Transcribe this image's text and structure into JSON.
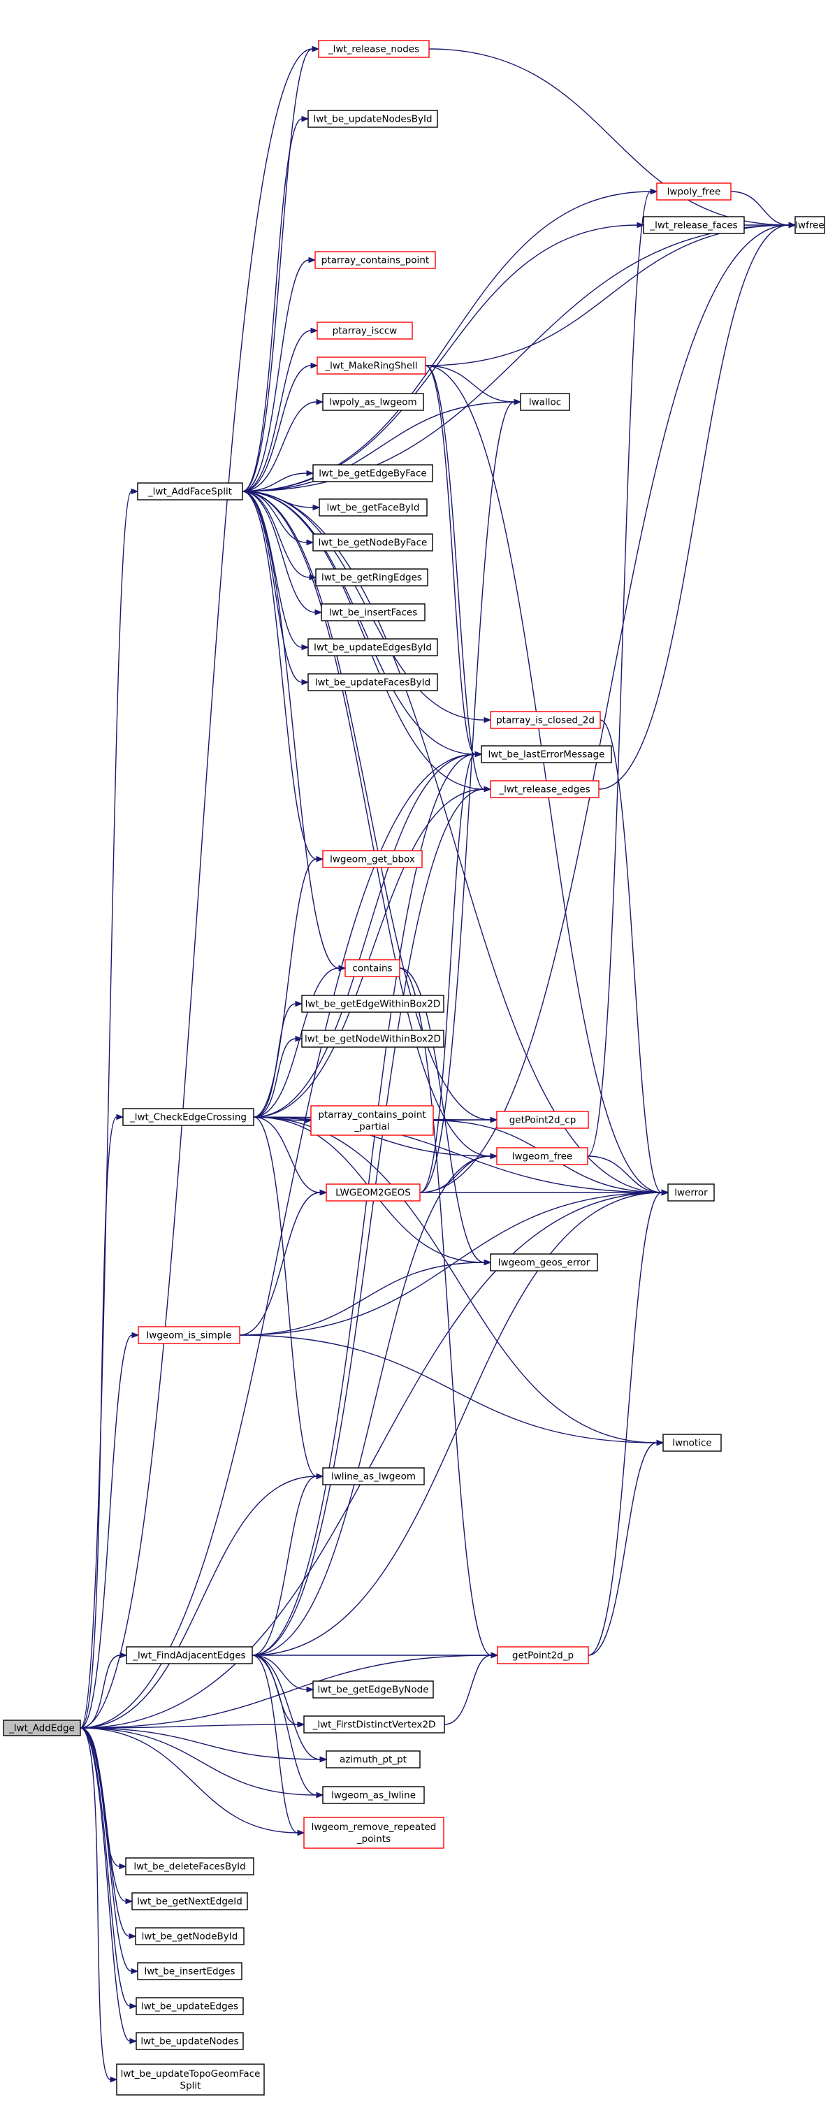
{
  "colors": {
    "edge": "#191970",
    "border_normal": "#000000",
    "border_red": "#ff0000",
    "root_fill": "#bfbfbf",
    "node_fill": "#ffffff"
  },
  "nodes": [
    {
      "id": "lwt_AddEdge",
      "lines": [
        "_lwt_AddEdge"
      ],
      "style": "root"
    },
    {
      "id": "lwt_release_nodes",
      "lines": [
        "_lwt_release_nodes"
      ],
      "style": "red"
    },
    {
      "id": "lwt_be_updateNodesById",
      "lines": [
        "lwt_be_updateNodesById"
      ],
      "style": "black"
    },
    {
      "id": "lwpoly_free",
      "lines": [
        "lwpoly_free"
      ],
      "style": "red"
    },
    {
      "id": "lwt_release_faces",
      "lines": [
        "_lwt_release_faces"
      ],
      "style": "black"
    },
    {
      "id": "lwfree",
      "lines": [
        "lwfree"
      ],
      "style": "black"
    },
    {
      "id": "ptarray_contains_point",
      "lines": [
        "ptarray_contains_point"
      ],
      "style": "red"
    },
    {
      "id": "ptarray_isccw",
      "lines": [
        "ptarray_isccw"
      ],
      "style": "red"
    },
    {
      "id": "lwt_MakeRingShell",
      "lines": [
        "_lwt_MakeRingShell"
      ],
      "style": "red"
    },
    {
      "id": "lwalloc",
      "lines": [
        "lwalloc"
      ],
      "style": "black"
    },
    {
      "id": "lwpoly_as_lwgeom",
      "lines": [
        "lwpoly_as_lwgeom"
      ],
      "style": "black"
    },
    {
      "id": "lwt_AddFaceSplit",
      "lines": [
        "_lwt_AddFaceSplit"
      ],
      "style": "black"
    },
    {
      "id": "lwt_be_getEdgeByFace",
      "lines": [
        "lwt_be_getEdgeByFace"
      ],
      "style": "black"
    },
    {
      "id": "lwt_be_getFaceById",
      "lines": [
        "lwt_be_getFaceById"
      ],
      "style": "black"
    },
    {
      "id": "lwt_be_getNodeByFace",
      "lines": [
        "lwt_be_getNodeByFace"
      ],
      "style": "black"
    },
    {
      "id": "lwt_be_getRingEdges",
      "lines": [
        "lwt_be_getRingEdges"
      ],
      "style": "black"
    },
    {
      "id": "lwt_be_insertFaces",
      "lines": [
        "lwt_be_insertFaces"
      ],
      "style": "black"
    },
    {
      "id": "lwt_be_updateEdgesById",
      "lines": [
        "lwt_be_updateEdgesById"
      ],
      "style": "black"
    },
    {
      "id": "lwt_be_updateFacesById",
      "lines": [
        "lwt_be_updateFacesById"
      ],
      "style": "black"
    },
    {
      "id": "ptarray_is_closed_2d",
      "lines": [
        "ptarray_is_closed_2d"
      ],
      "style": "red"
    },
    {
      "id": "lwt_be_lastErrorMessage",
      "lines": [
        "lwt_be_lastErrorMessage"
      ],
      "style": "black"
    },
    {
      "id": "lwt_release_edges",
      "lines": [
        "_lwt_release_edges"
      ],
      "style": "red"
    },
    {
      "id": "lwgeom_get_bbox",
      "lines": [
        "lwgeom_get_bbox"
      ],
      "style": "red"
    },
    {
      "id": "contains",
      "lines": [
        "contains"
      ],
      "style": "red"
    },
    {
      "id": "lwt_be_getEdgeWithinBox2D",
      "lines": [
        "lwt_be_getEdgeWithinBox2D"
      ],
      "style": "black"
    },
    {
      "id": "lwt_be_getNodeWithinBox2D",
      "lines": [
        "lwt_be_getNodeWithinBox2D"
      ],
      "style": "black"
    },
    {
      "id": "lwt_CheckEdgeCrossing",
      "lines": [
        "_lwt_CheckEdgeCrossing"
      ],
      "style": "black"
    },
    {
      "id": "ptarray_contains_point_partial",
      "lines": [
        "ptarray_contains_point",
        "_partial"
      ],
      "style": "red"
    },
    {
      "id": "getPoint2d_cp",
      "lines": [
        "getPoint2d_cp"
      ],
      "style": "red"
    },
    {
      "id": "LWGEOM2GEOS",
      "lines": [
        "LWGEOM2GEOS"
      ],
      "style": "red"
    },
    {
      "id": "lwgeom_free",
      "lines": [
        "lwgeom_free"
      ],
      "style": "red"
    },
    {
      "id": "lwerror",
      "lines": [
        "lwerror"
      ],
      "style": "black"
    },
    {
      "id": "lwgeom_geos_error",
      "lines": [
        "lwgeom_geos_error"
      ],
      "style": "black"
    },
    {
      "id": "lwgeom_is_simple",
      "lines": [
        "lwgeom_is_simple"
      ],
      "style": "red"
    },
    {
      "id": "lwnotice",
      "lines": [
        "lwnotice"
      ],
      "style": "black"
    },
    {
      "id": "lwline_as_lwgeom",
      "lines": [
        "lwline_as_lwgeom"
      ],
      "style": "black"
    },
    {
      "id": "lwt_FindAdjacentEdges",
      "lines": [
        "_lwt_FindAdjacentEdges"
      ],
      "style": "black"
    },
    {
      "id": "getPoint2d_p",
      "lines": [
        "getPoint2d_p"
      ],
      "style": "red"
    },
    {
      "id": "lwt_be_getEdgeByNode",
      "lines": [
        "lwt_be_getEdgeByNode"
      ],
      "style": "black"
    },
    {
      "id": "lwt_FirstDistinctVertex2D",
      "lines": [
        "_lwt_FirstDistinctVertex2D"
      ],
      "style": "black"
    },
    {
      "id": "azimuth_pt_pt",
      "lines": [
        "azimuth_pt_pt"
      ],
      "style": "black"
    },
    {
      "id": "lwgeom_as_lwline",
      "lines": [
        "lwgeom_as_lwline"
      ],
      "style": "black"
    },
    {
      "id": "lwgeom_remove_repeated_points",
      "lines": [
        "lwgeom_remove_repeated",
        "_points"
      ],
      "style": "red"
    },
    {
      "id": "lwt_be_deleteFacesById",
      "lines": [
        "lwt_be_deleteFacesById"
      ],
      "style": "black"
    },
    {
      "id": "lwt_be_getNextEdgeId",
      "lines": [
        "lwt_be_getNextEdgeId"
      ],
      "style": "black"
    },
    {
      "id": "lwt_be_getNodeById",
      "lines": [
        "lwt_be_getNodeById"
      ],
      "style": "black"
    },
    {
      "id": "lwt_be_insertEdges",
      "lines": [
        "lwt_be_insertEdges"
      ],
      "style": "black"
    },
    {
      "id": "lwt_be_updateEdges",
      "lines": [
        "lwt_be_updateEdges"
      ],
      "style": "black"
    },
    {
      "id": "lwt_be_updateNodes",
      "lines": [
        "lwt_be_updateNodes"
      ],
      "style": "black"
    },
    {
      "id": "lwt_be_updateTopoGeomFaceSplit",
      "lines": [
        "lwt_be_updateTopoGeomFace",
        "Split"
      ],
      "style": "black"
    }
  ],
  "edges": [
    [
      "lwt_AddEdge",
      "lwt_release_nodes"
    ],
    [
      "lwt_AddEdge",
      "lwt_AddFaceSplit"
    ],
    [
      "lwt_AddEdge",
      "lwt_CheckEdgeCrossing"
    ],
    [
      "lwt_AddEdge",
      "lwgeom_is_simple"
    ],
    [
      "lwt_AddEdge",
      "lwt_FindAdjacentEdges"
    ],
    [
      "lwt_AddEdge",
      "lwt_FirstDistinctVertex2D"
    ],
    [
      "lwt_AddEdge",
      "azimuth_pt_pt"
    ],
    [
      "lwt_AddEdge",
      "lwgeom_as_lwline"
    ],
    [
      "lwt_AddEdge",
      "lwgeom_remove_repeated_points"
    ],
    [
      "lwt_AddEdge",
      "getPoint2d_p"
    ],
    [
      "lwt_AddEdge",
      "lwline_as_lwgeom"
    ],
    [
      "lwt_AddEdge",
      "lwt_be_lastErrorMessage"
    ],
    [
      "lwt_AddEdge",
      "lwerror"
    ],
    [
      "lwt_AddEdge",
      "lwt_be_deleteFacesById"
    ],
    [
      "lwt_AddEdge",
      "lwt_be_getNextEdgeId"
    ],
    [
      "lwt_AddEdge",
      "lwt_be_getNodeById"
    ],
    [
      "lwt_AddEdge",
      "lwt_be_insertEdges"
    ],
    [
      "lwt_AddEdge",
      "lwt_be_updateEdges"
    ],
    [
      "lwt_AddEdge",
      "lwt_be_updateNodes"
    ],
    [
      "lwt_AddEdge",
      "lwt_be_updateTopoGeomFaceSplit"
    ],
    [
      "lwt_release_nodes",
      "lwfree"
    ],
    [
      "lwpoly_free",
      "lwfree"
    ],
    [
      "lwt_release_faces",
      "lwfree"
    ],
    [
      "lwt_MakeRingShell",
      "lwfree"
    ],
    [
      "lwt_MakeRingShell",
      "lwalloc"
    ],
    [
      "lwt_MakeRingShell",
      "lwerror"
    ],
    [
      "lwt_MakeRingShell",
      "lwt_be_lastErrorMessage"
    ],
    [
      "lwt_MakeRingShell",
      "lwt_release_edges"
    ],
    [
      "lwt_AddFaceSplit",
      "lwt_release_nodes"
    ],
    [
      "lwt_AddFaceSplit",
      "lwt_be_updateNodesById"
    ],
    [
      "lwt_AddFaceSplit",
      "lwpoly_free"
    ],
    [
      "lwt_AddFaceSplit",
      "lwt_release_faces"
    ],
    [
      "lwt_AddFaceSplit",
      "lwfree"
    ],
    [
      "lwt_AddFaceSplit",
      "ptarray_contains_point"
    ],
    [
      "lwt_AddFaceSplit",
      "ptarray_isccw"
    ],
    [
      "lwt_AddFaceSplit",
      "lwt_MakeRingShell"
    ],
    [
      "lwt_AddFaceSplit",
      "lwalloc"
    ],
    [
      "lwt_AddFaceSplit",
      "lwpoly_as_lwgeom"
    ],
    [
      "lwt_AddFaceSplit",
      "lwt_be_getEdgeByFace"
    ],
    [
      "lwt_AddFaceSplit",
      "lwt_be_getFaceById"
    ],
    [
      "lwt_AddFaceSplit",
      "lwt_be_getNodeByFace"
    ],
    [
      "lwt_AddFaceSplit",
      "lwt_be_getRingEdges"
    ],
    [
      "lwt_AddFaceSplit",
      "lwt_be_insertFaces"
    ],
    [
      "lwt_AddFaceSplit",
      "lwt_be_updateEdgesById"
    ],
    [
      "lwt_AddFaceSplit",
      "lwt_be_updateFacesById"
    ],
    [
      "lwt_AddFaceSplit",
      "ptarray_is_closed_2d"
    ],
    [
      "lwt_AddFaceSplit",
      "lwt_be_lastErrorMessage"
    ],
    [
      "lwt_AddFaceSplit",
      "lwt_release_edges"
    ],
    [
      "lwt_AddFaceSplit",
      "lwgeom_get_bbox"
    ],
    [
      "lwt_AddFaceSplit",
      "contains"
    ],
    [
      "lwt_AddFaceSplit",
      "getPoint2d_cp"
    ],
    [
      "lwt_AddFaceSplit",
      "lwerror"
    ],
    [
      "lwt_AddFaceSplit",
      "lwgeom_free"
    ],
    [
      "ptarray_is_closed_2d",
      "lwerror"
    ],
    [
      "lwt_release_edges",
      "lwfree"
    ],
    [
      "contains",
      "lwgeom_geos_error"
    ],
    [
      "contains",
      "getPoint2d_p"
    ],
    [
      "lwt_CheckEdgeCrossing",
      "lwgeom_get_bbox"
    ],
    [
      "lwt_CheckEdgeCrossing",
      "contains"
    ],
    [
      "lwt_CheckEdgeCrossing",
      "lwt_be_getEdgeWithinBox2D"
    ],
    [
      "lwt_CheckEdgeCrossing",
      "lwt_be_getNodeWithinBox2D"
    ],
    [
      "lwt_CheckEdgeCrossing",
      "ptarray_contains_point_partial"
    ],
    [
      "lwt_CheckEdgeCrossing",
      "getPoint2d_cp"
    ],
    [
      "lwt_CheckEdgeCrossing",
      "LWGEOM2GEOS"
    ],
    [
      "lwt_CheckEdgeCrossing",
      "lwgeom_free"
    ],
    [
      "lwt_CheckEdgeCrossing",
      "lwerror"
    ],
    [
      "lwt_CheckEdgeCrossing",
      "lwgeom_geos_error"
    ],
    [
      "lwt_CheckEdgeCrossing",
      "lwnotice"
    ],
    [
      "lwt_CheckEdgeCrossing",
      "lwline_as_lwgeom"
    ],
    [
      "lwt_CheckEdgeCrossing",
      "lwt_be_lastErrorMessage"
    ],
    [
      "lwt_CheckEdgeCrossing",
      "lwt_release_edges"
    ],
    [
      "ptarray_contains_point_partial",
      "getPoint2d_cp"
    ],
    [
      "ptarray_contains_point_partial",
      "lwerror"
    ],
    [
      "LWGEOM2GEOS",
      "lwgeom_free"
    ],
    [
      "LWGEOM2GEOS",
      "lwerror"
    ],
    [
      "LWGEOM2GEOS",
      "lwfree"
    ],
    [
      "LWGEOM2GEOS",
      "lwalloc"
    ],
    [
      "LWGEOM2GEOS",
      "lwt_be_lastErrorMessage"
    ],
    [
      "lwgeom_free",
      "lwpoly_free"
    ],
    [
      "lwgeom_free",
      "lwerror"
    ],
    [
      "lwgeom_is_simple",
      "LWGEOM2GEOS"
    ],
    [
      "lwgeom_is_simple",
      "lwgeom_geos_error"
    ],
    [
      "lwgeom_is_simple",
      "lwerror"
    ],
    [
      "lwgeom_is_simple",
      "lwnotice"
    ],
    [
      "lwt_FindAdjacentEdges",
      "lwline_as_lwgeom"
    ],
    [
      "lwt_FindAdjacentEdges",
      "getPoint2d_p"
    ],
    [
      "lwt_FindAdjacentEdges",
      "lwt_be_getEdgeByNode"
    ],
    [
      "lwt_FindAdjacentEdges",
      "lwt_FirstDistinctVertex2D"
    ],
    [
      "lwt_FindAdjacentEdges",
      "azimuth_pt_pt"
    ],
    [
      "lwt_FindAdjacentEdges",
      "lwgeom_as_lwline"
    ],
    [
      "lwt_FindAdjacentEdges",
      "lwgeom_remove_repeated_points"
    ],
    [
      "lwt_FindAdjacentEdges",
      "lwerror"
    ],
    [
      "lwt_FindAdjacentEdges",
      "lwgeom_free"
    ],
    [
      "lwt_FindAdjacentEdges",
      "lwt_be_lastErrorMessage"
    ],
    [
      "lwt_FindAdjacentEdges",
      "lwt_release_edges"
    ],
    [
      "lwt_FirstDistinctVertex2D",
      "getPoint2d_p"
    ],
    [
      "getPoint2d_p",
      "lwerror"
    ],
    [
      "getPoint2d_p",
      "lwnotice"
    ]
  ]
}
